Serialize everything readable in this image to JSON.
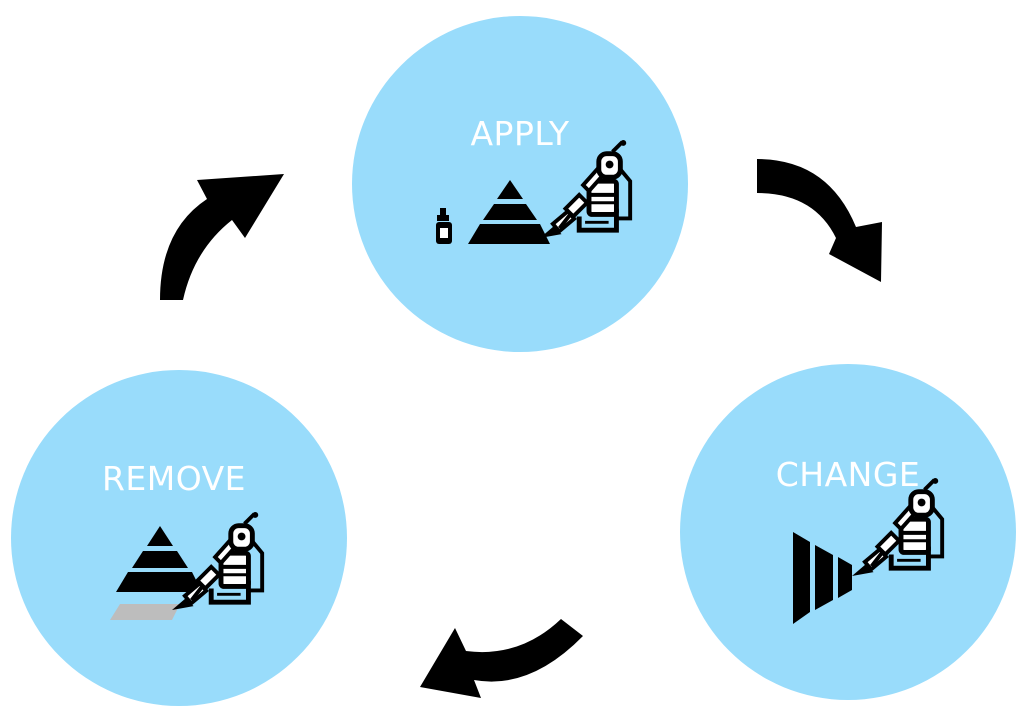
{
  "diagram": {
    "type": "cycle",
    "circle_color": "#99dcfb",
    "icon_color": "#000000",
    "label_color": "#ffffff",
    "arrow_color": "#000000",
    "faded_layer_color": "#bdbdbd",
    "stages": [
      {
        "id": "apply",
        "label": "APPLY",
        "icons": [
          "ink-bottle-icon",
          "pyramid-icon",
          "tattoo-machine-icon"
        ]
      },
      {
        "id": "change",
        "label": "CHANGE",
        "icons": [
          "layered-wedge-icon",
          "tattoo-machine-icon"
        ]
      },
      {
        "id": "remove",
        "label": "REMOVE",
        "icons": [
          "pyramid-with-faded-layer-icon",
          "tattoo-machine-icon"
        ]
      }
    ],
    "arrows": [
      {
        "from": "apply",
        "to": "change",
        "icon": "curved-arrow-icon"
      },
      {
        "from": "change",
        "to": "remove",
        "icon": "curved-arrow-icon"
      },
      {
        "from": "remove",
        "to": "apply",
        "icon": "curved-arrow-icon"
      }
    ]
  }
}
